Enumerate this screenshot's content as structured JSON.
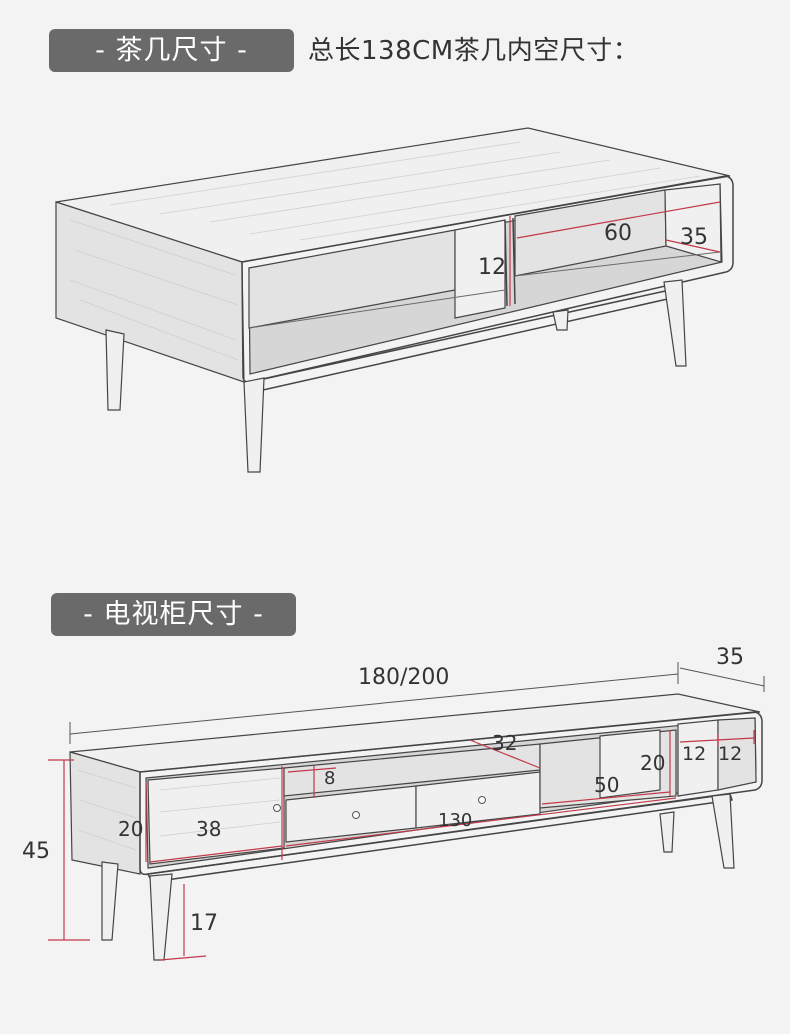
{
  "coffee_table": {
    "tag_label": "- 茶几尺寸 -",
    "subtitle": "总长138CM茶几内空尺寸：",
    "dims": {
      "width": "60",
      "depth": "35",
      "height": "12"
    }
  },
  "tv_cabinet": {
    "tag_label": "- 电视柜尺寸 -",
    "dims": {
      "overall_length": "180/200",
      "overall_depth": "35",
      "height": "45",
      "leg_height": "17",
      "left_cabinet_height": "20",
      "left_cabinet_width": "38",
      "drawer_height": "8",
      "center_width": "32",
      "inner_length": "130",
      "right_shelf_height": "20",
      "right_shelf_width": "50",
      "end_compartment_a": "12",
      "end_compartment_b": "12"
    }
  },
  "colors": {
    "background": "#f3f3f3",
    "tag_background": "#6a6a6a",
    "dimension_line": "#c2394a"
  }
}
